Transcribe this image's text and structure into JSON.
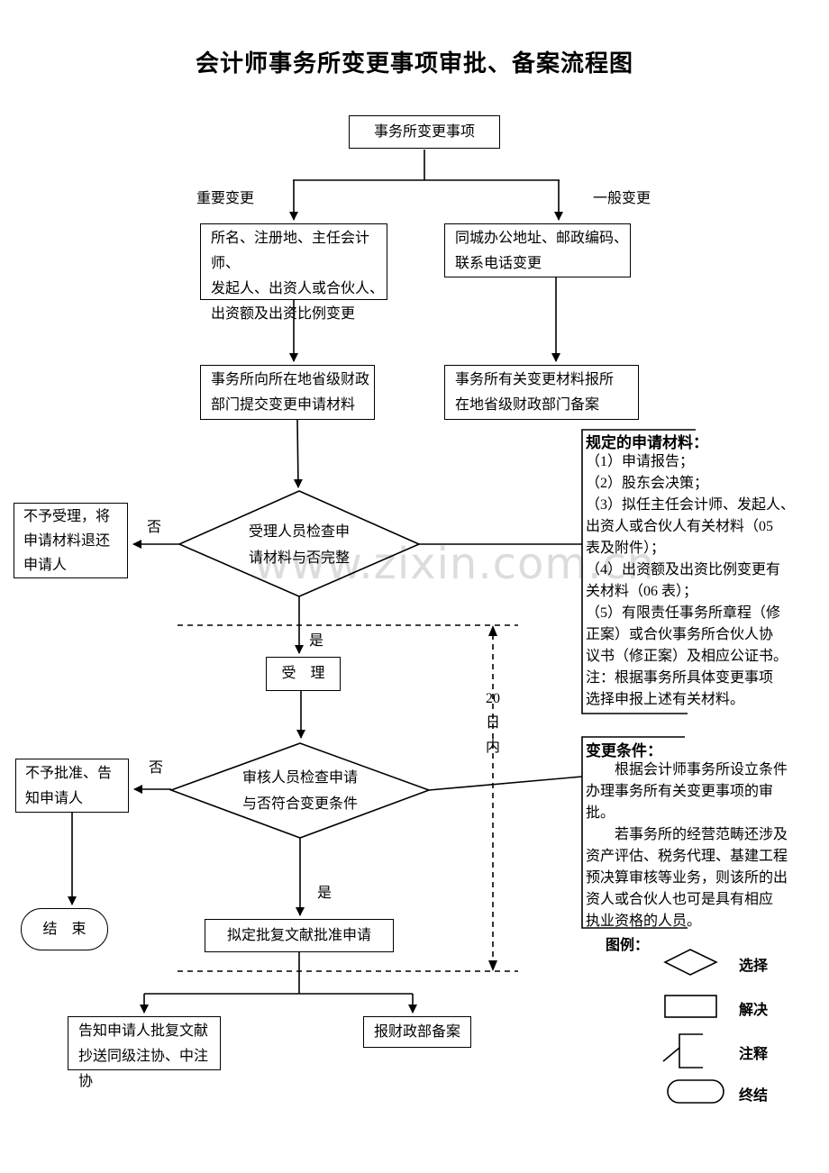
{
  "title": "会计师事务所变更事项审批、备案流程图",
  "watermark": "www.zixin.com.cn",
  "flow": {
    "start": "事务所变更事项",
    "branch_left_label": "重要变更",
    "branch_right_label": "一般变更",
    "important_change": "所名、注册地、主任会计师、\n发起人、出资人或合伙人、\n出资额及出资比例变更",
    "general_change": "同城办公地址、邮政编码、\n联系电话变更",
    "submit": "事务所向所在地省级财政\n部门提交变更申请材料",
    "filing": "事务所有关变更材料报所\n在地省级财政部门备案",
    "check_complete": "受理人员检查申\n请材料与否完整",
    "no_label_1": "否",
    "yes_label_1": "是",
    "reject_accept": "不予受理，将\n申请材料退还\n申请人",
    "accept": "受　理",
    "deadline": "20\n日\n内",
    "check_condition": "审核人员检查申请\n与否符合变更条件",
    "no_label_2": "否",
    "yes_label_2": "是",
    "reject_approve": "不予批准、告\n知申请人",
    "end": "结　束",
    "draft": "拟定批复文献批准申请",
    "notify": "告知申请人批复文献\n抄送同级注协、中注协",
    "report": "报财政部备案"
  },
  "notes": {
    "materials_title": "规定的申请材料：",
    "materials_body": "（1）申请报告；\n（2）股东会决策；\n（3）拟任主任会计师、发起人、\n出资人或合伙人有关材料（05\n表及附件）；\n（4）出资额及出资比例变更有\n关材料（06 表）；\n（5）有限责任事务所章程（修\n正案）或合伙事务所合伙人协\n议书（修正案）及相应公证书。\n注：根据事务所具体变更事项\n选择申报上述有关材料。",
    "conditions_title": "变更条件：",
    "conditions_body": "　　根据会计师事务所设立条件\n办理事务所有关变更事项的审\n批。\n　　若事务所的经营范畴还涉及\n资产评估、税务代理、基建工程\n预决算审核等业务，则该所的出\n资人或合伙人也可是具有相应\n执业资格的人员。"
  },
  "legend": {
    "title": "图例：",
    "items": [
      {
        "label": "选择"
      },
      {
        "label": "解决"
      },
      {
        "label": "注释"
      },
      {
        "label": "终结"
      }
    ]
  },
  "colors": {
    "line": "#000000",
    "watermark": "#dcdcdc",
    "background": "#ffffff"
  }
}
